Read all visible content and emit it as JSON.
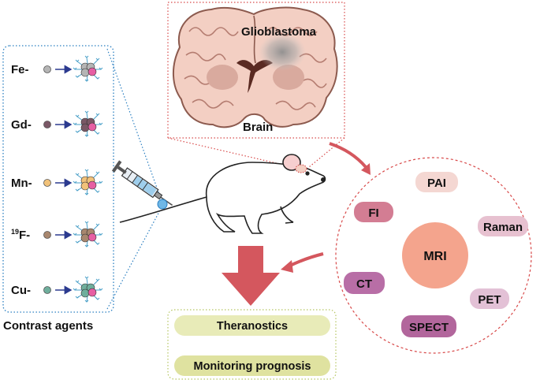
{
  "brain": {
    "tumor_label": "Glioblastoma",
    "organ_label": "Brain"
  },
  "contrast": {
    "caption": "Contrast agents",
    "items": [
      {
        "label": "Fe-",
        "sup": "",
        "color": "#b5b5b5"
      },
      {
        "label": "Gd-",
        "sup": "",
        "color": "#7a5866"
      },
      {
        "label": "Mn-",
        "sup": "",
        "color": "#f1c27a"
      },
      {
        "label": "F-",
        "sup": "19",
        "color": "#a8876f"
      },
      {
        "label": "Cu-",
        "sup": "",
        "color": "#6fae9c"
      }
    ]
  },
  "imaging": {
    "center": "MRI",
    "modalities": [
      "PAI",
      "FI",
      "Raman",
      "CT",
      "PET",
      "SPECT"
    ]
  },
  "outcomes": [
    "Theranostics",
    "Monitoring prognosis"
  ],
  "colors": {
    "brain_tissue": "#f3cfc3",
    "brain_outline": "#8c5a4e",
    "mri_circle": "#f4a48d",
    "arrow": "#d4575e",
    "dotted_red": "#d84a4a",
    "dotted_blue": "#2a7fc1",
    "dotted_green": "#b5c560",
    "outcome_fill": "#e8ebb8",
    "small_arrow": "#2b3a8f"
  }
}
